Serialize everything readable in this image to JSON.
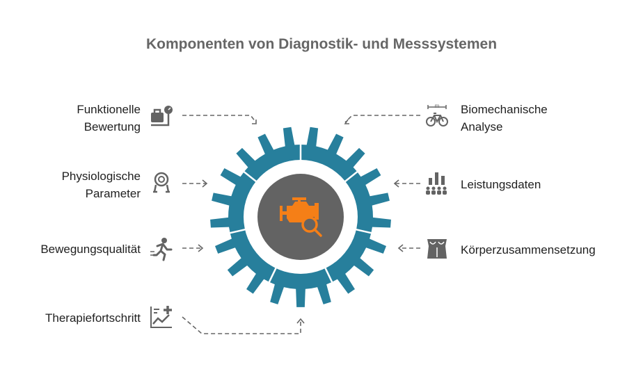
{
  "title": "Komponenten von Diagnostik- und Messsystemen",
  "colors": {
    "gear": "#277f9c",
    "center": "#636363",
    "accent": "#f57f17",
    "icon": "#636363",
    "connector": "#666666"
  },
  "center_icon": "engine-search-icon",
  "left_items": [
    {
      "line1": "Funktionelle",
      "line2": "Bewertung",
      "icon": "scale-weight-icon"
    },
    {
      "line1": "Physiologische",
      "line2": "Parameter",
      "icon": "heart-rate-monitor-icon"
    },
    {
      "line1": "Bewegungsqualität",
      "line2": "",
      "icon": "running-person-icon"
    },
    {
      "line1": "Therapiefortschritt",
      "line2": "",
      "icon": "progress-chart-icon"
    }
  ],
  "right_items": [
    {
      "line1": "Biomechanische",
      "line2": "Analyse",
      "icon": "bicycle-measure-icon"
    },
    {
      "line1": "Leistungsdaten",
      "line2": "",
      "icon": "performance-bars-icon"
    },
    {
      "line1": "Körperzusammensetzung",
      "line2": "",
      "icon": "body-torso-icon"
    }
  ]
}
